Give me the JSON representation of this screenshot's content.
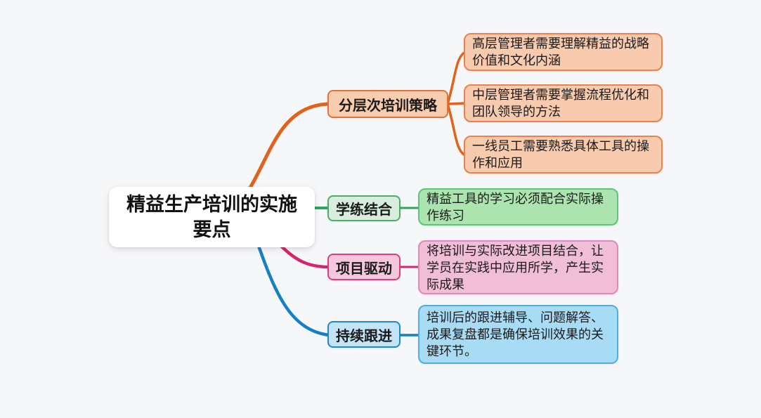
{
  "background": "#f6f7f9",
  "root": {
    "label": "精益生产培训的实施要点"
  },
  "branches": [
    {
      "label": "分层次培训策略",
      "color": "#e2611c",
      "children": [
        {
          "text": "高层管理者需要理解精益的战略价值和文化内涵"
        },
        {
          "text": "中层管理者需要掌握流程优化和团队领导的方法"
        },
        {
          "text": "一线员工需要熟悉具体工具的操作和应用"
        }
      ]
    },
    {
      "label": "学练结合",
      "color": "#2ea45f",
      "children": [
        {
          "text": "精益工具的学习必须配合实际操作练习"
        }
      ]
    },
    {
      "label": "项目驱动",
      "color": "#d6256e",
      "children": [
        {
          "text": "将培训与实际改进项目结合，让学员在实践中应用所学，产生实际成果"
        }
      ]
    },
    {
      "label": "持续跟进",
      "color": "#1780c4",
      "children": [
        {
          "text": "培训后的跟进辅导、问题解答、成果复盘都是确保培训效果的关键环节。"
        }
      ]
    }
  ]
}
